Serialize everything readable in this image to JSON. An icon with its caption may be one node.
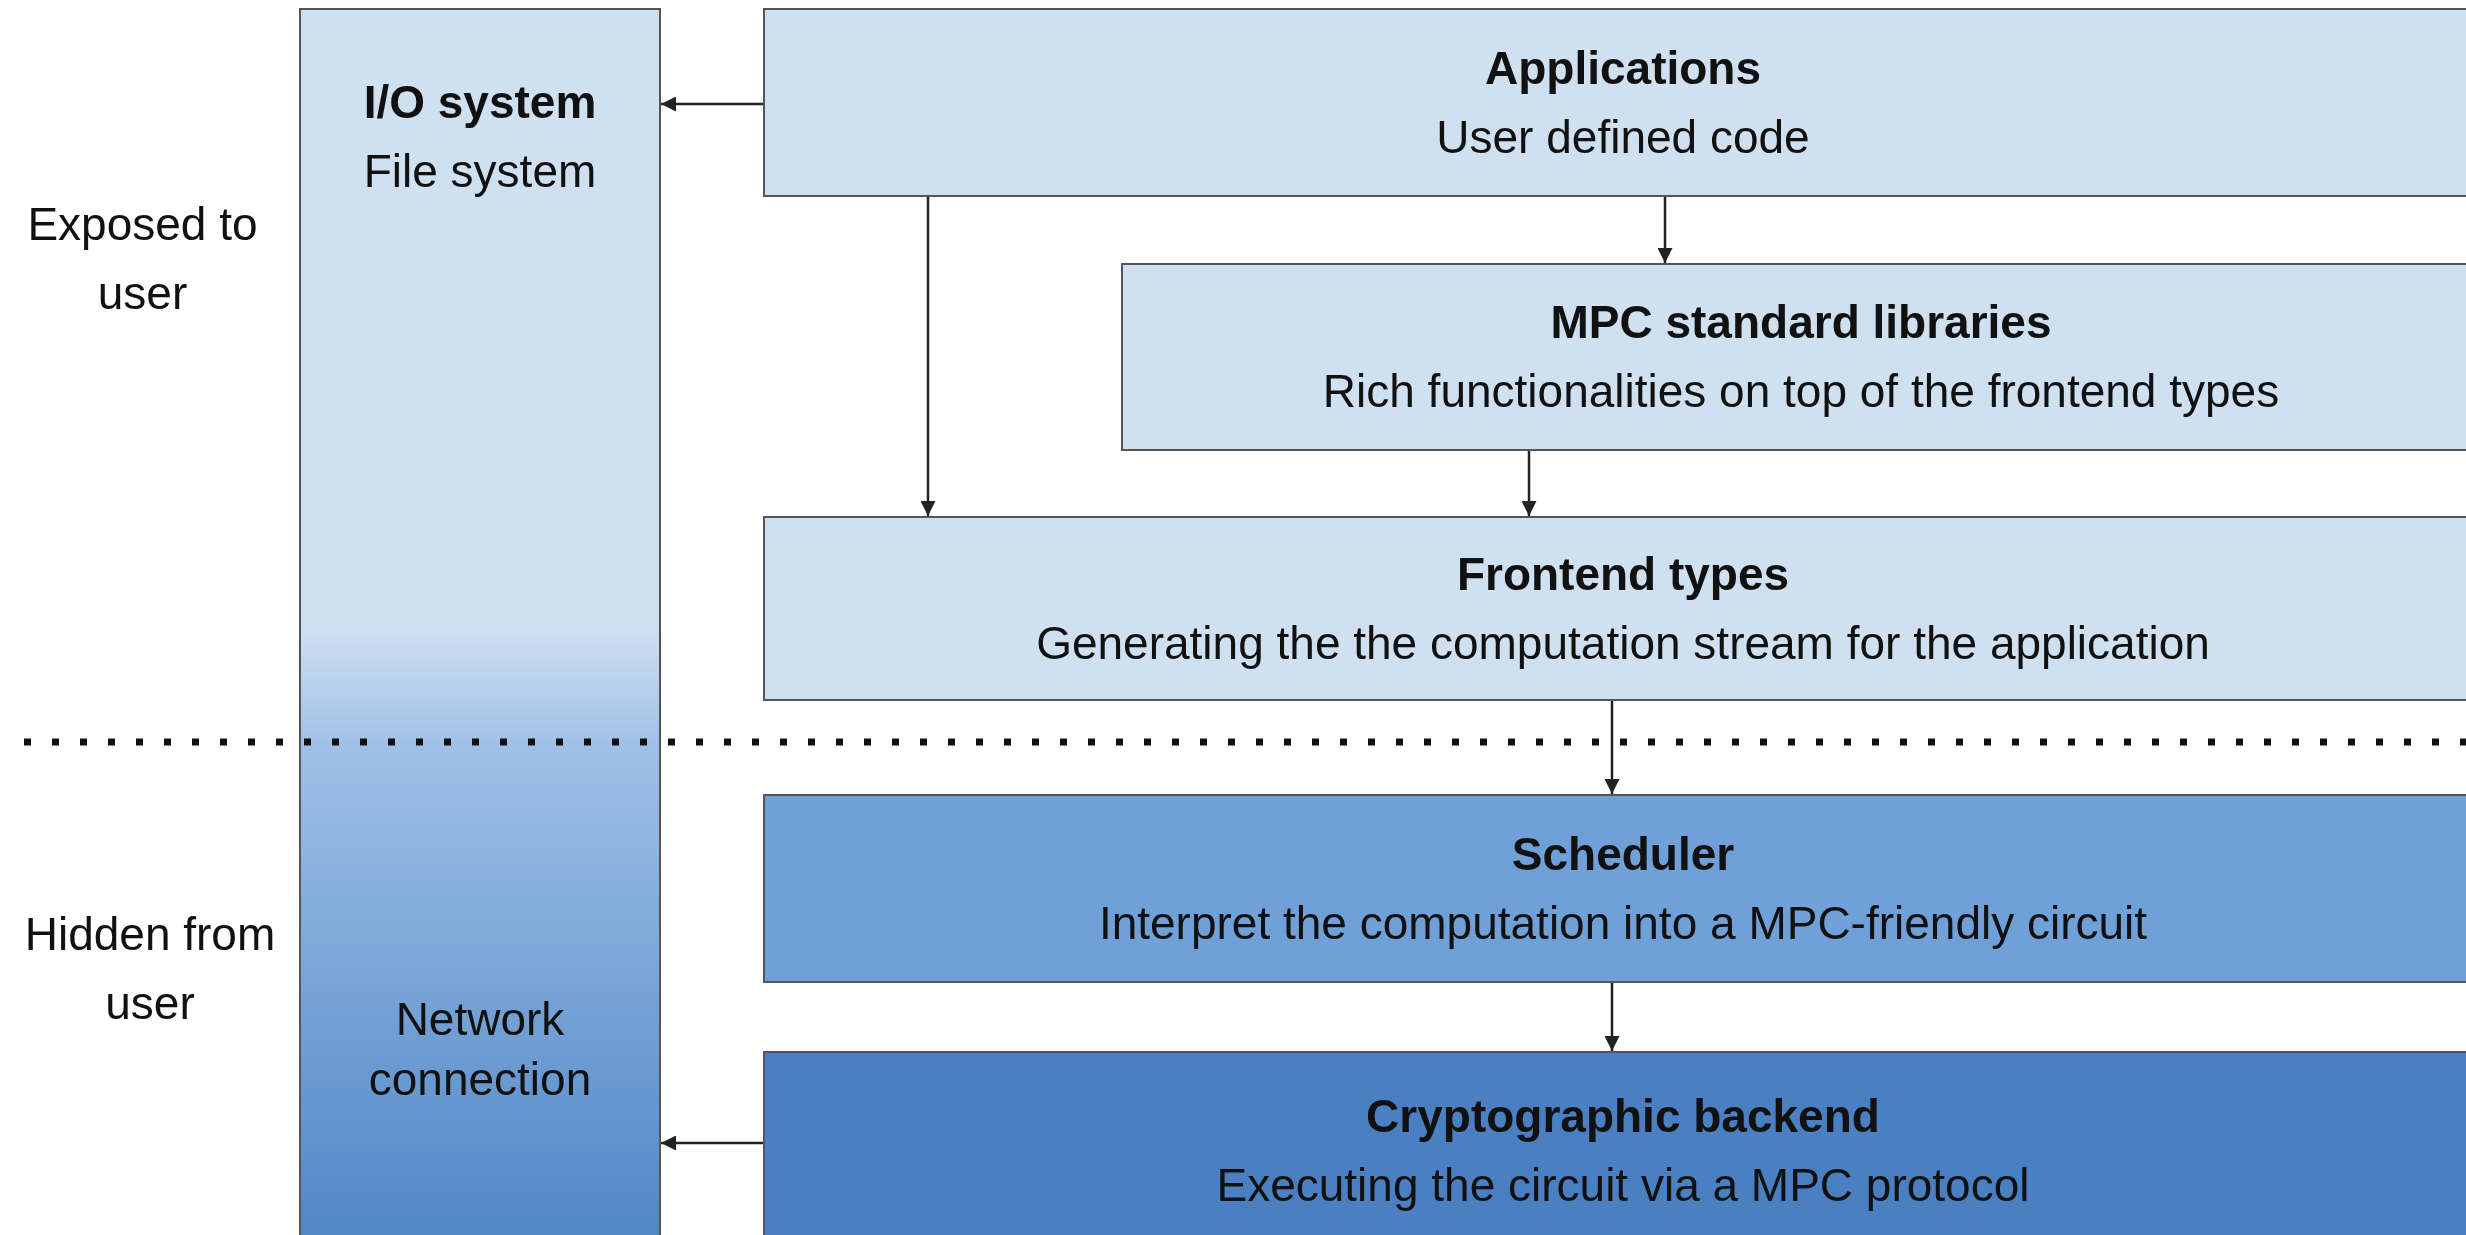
{
  "diagram": {
    "nodes": [
      {
        "text": [
          "I/O system",
          "File system",
          "Network connection"
        ]
      },
      {
        "text": [
          "Applications",
          "User defined code"
        ]
      },
      {
        "text": [
          "MPC standard libraries",
          "Rich functionalities on top of the frontend types"
        ]
      },
      {
        "text": [
          "Frontend types",
          "Generating the the computation stream for the application"
        ]
      },
      {
        "text": [
          "Scheduler",
          "Interpret the computation into a MPC-friendly circuit"
        ]
      },
      {
        "text": [
          "Cryptographic backend",
          "Executing the circuit via a MPC protocol"
        ]
      }
    ],
    "edges": [
      {
        "from": 1,
        "to": 0,
        "arrow": "to"
      },
      {
        "from": 1,
        "to": 2,
        "arrow": "to"
      },
      {
        "from": 1,
        "to": 3,
        "arrow": "to"
      },
      {
        "from": 2,
        "to": 3,
        "arrow": "to"
      },
      {
        "from": 3,
        "to": 4,
        "arrow": "to"
      },
      {
        "from": 4,
        "to": 5,
        "arrow": "to"
      },
      {
        "from": 5,
        "to": 0,
        "arrow": "to"
      }
    ],
    "labels": [
      "Exposed to user",
      "Hidden from user"
    ]
  }
}
